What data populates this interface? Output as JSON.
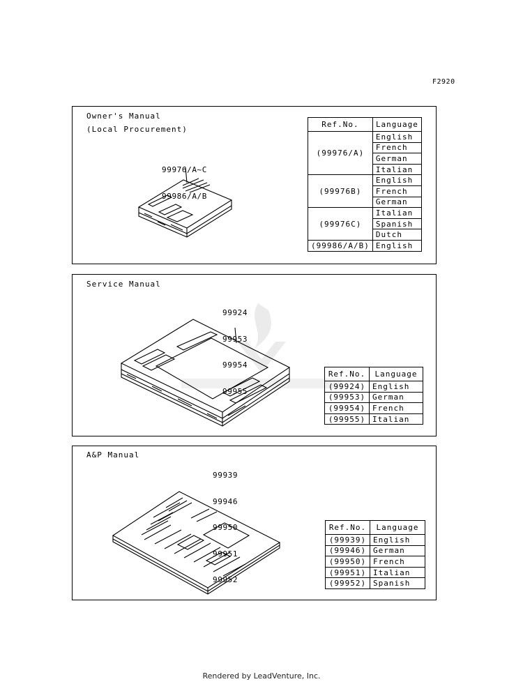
{
  "figure_id": "F2920",
  "owners": {
    "title_line1": "Owner's Manual",
    "title_line2": "(Local Procurement)",
    "parts_line1": "99976/A~C",
    "parts_line2": "99986/A/B",
    "table": {
      "header_ref": "Ref.No.",
      "header_lang": "Language",
      "groups": [
        {
          "ref": "(99976/A)",
          "langs": [
            "English",
            "French",
            "German",
            "Italian"
          ]
        },
        {
          "ref": "(99976B)",
          "langs": [
            "English",
            "French",
            "German"
          ]
        },
        {
          "ref": "(99976C)",
          "langs": [
            "Italian",
            "Spanish",
            "Dutch"
          ]
        },
        {
          "ref": "(99986/A/B)",
          "langs": [
            "English"
          ]
        }
      ]
    }
  },
  "service": {
    "title": "Service Manual",
    "parts": [
      "99924",
      "99953",
      "99954",
      "99955"
    ],
    "table": {
      "header_ref": "Ref.No.",
      "header_lang": "Language",
      "rows": [
        {
          "ref": "(99924)",
          "lang": "English"
        },
        {
          "ref": "(99953)",
          "lang": "German"
        },
        {
          "ref": "(99954)",
          "lang": "French"
        },
        {
          "ref": "(99955)",
          "lang": "Italian"
        }
      ]
    }
  },
  "ap": {
    "title": "A&P Manual",
    "parts": [
      "99939",
      "99946",
      "99950",
      "99951",
      "99952"
    ],
    "table": {
      "header_ref": "Ref.No.",
      "header_lang": "Language",
      "rows": [
        {
          "ref": "(99939)",
          "lang": "English"
        },
        {
          "ref": "(99946)",
          "lang": "German"
        },
        {
          "ref": "(99950)",
          "lang": "French"
        },
        {
          "ref": "(99951)",
          "lang": "Italian"
        },
        {
          "ref": "(99952)",
          "lang": "Spanish"
        }
      ]
    }
  },
  "footer": "Rendered by LeadVenture, Inc."
}
